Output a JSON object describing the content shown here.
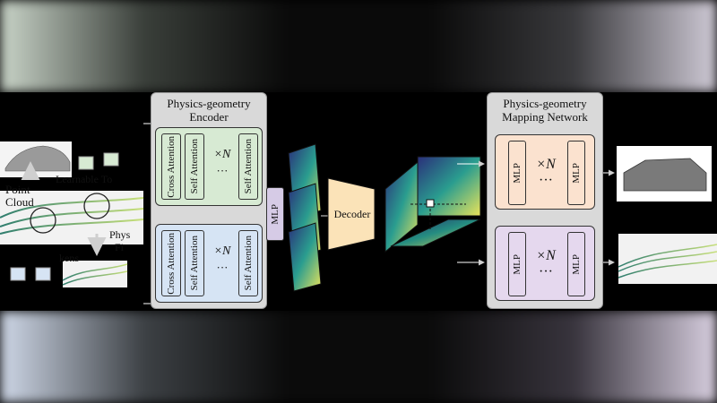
{
  "left_input": {
    "point_label_line1": "Point",
    "point_label_line2": "Cloud",
    "learnable_label": "Learnable To",
    "physics_label_line1": "Phys",
    "physics_label_line2": "Fi",
    "tokens_label": "kens"
  },
  "encoder": {
    "title_line1": "Physics-geometry",
    "title_line2": "Encoder",
    "top_block": {
      "cross": "Cross Attention",
      "self1": "Self Attention",
      "times": "×N",
      "dots": "···",
      "self2": "Self Attention"
    },
    "bottom_block": {
      "cross": "Cross Attention",
      "self1": "Self Attention",
      "times": "×N",
      "dots": "···",
      "self2": "Self Attention"
    },
    "mlp": "MLP"
  },
  "decoder_label": "Decoder",
  "mapping": {
    "title_line1": "Physics-geometry",
    "title_line2": "Mapping Network",
    "top_block": {
      "mlp1": "MLP",
      "times": "×N",
      "dots": "···",
      "mlp2": "MLP"
    },
    "bottom_block": {
      "mlp1": "MLP",
      "times": "×N",
      "dots": "···",
      "mlp2": "MLP"
    }
  },
  "colors": {
    "green": "#d7ead3",
    "blue": "#d6e4f4",
    "orange": "#fbe2cf",
    "purple": "#e5d8ee",
    "decoder": "#fbe3b8",
    "mlp_small": "#d6cbe6"
  }
}
